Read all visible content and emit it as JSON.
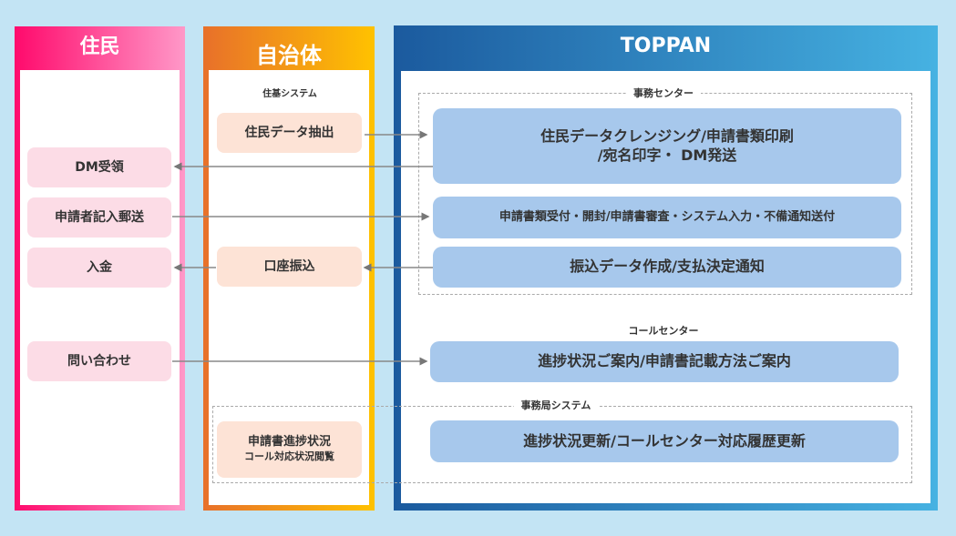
{
  "columns": {
    "resident": {
      "title": "住民"
    },
    "municipality": {
      "title": "自治体"
    },
    "toppan": {
      "title": "TOPPAN"
    }
  },
  "resident_items": [
    "DM受領",
    "申請者記入郵送",
    "入金",
    "問い合わせ"
  ],
  "municipality": {
    "system_label": "住基システム",
    "items": [
      "住民データ抽出",
      "口座振込"
    ],
    "progress_line1": "申請書進捗状況",
    "progress_line2": "コール対応状況閲覧"
  },
  "toppan": {
    "office_center_label": "事務センター",
    "office_items": [
      "住民データクレンジング/申請書類印刷",
      "/宛名印字・ DM発送",
      "申請書類受付・開封/申請書審査・システム入力・不備通知送付",
      "振込データ作成/支払決定通知"
    ],
    "call_center_label": "コールセンター",
    "call_center_item": "進捗状況ご案内/申請書記載方法ご案内",
    "office_system_label": "事務局システム",
    "office_system_item": "進捗状況更新/コールセンター対応履歴更新"
  },
  "colors": {
    "background": "#c3e4f4",
    "resident": "#ff0a6c",
    "municipality": "#e8702a",
    "toppan": "#1b5a9e",
    "task_blue": "#a7c8ec"
  }
}
